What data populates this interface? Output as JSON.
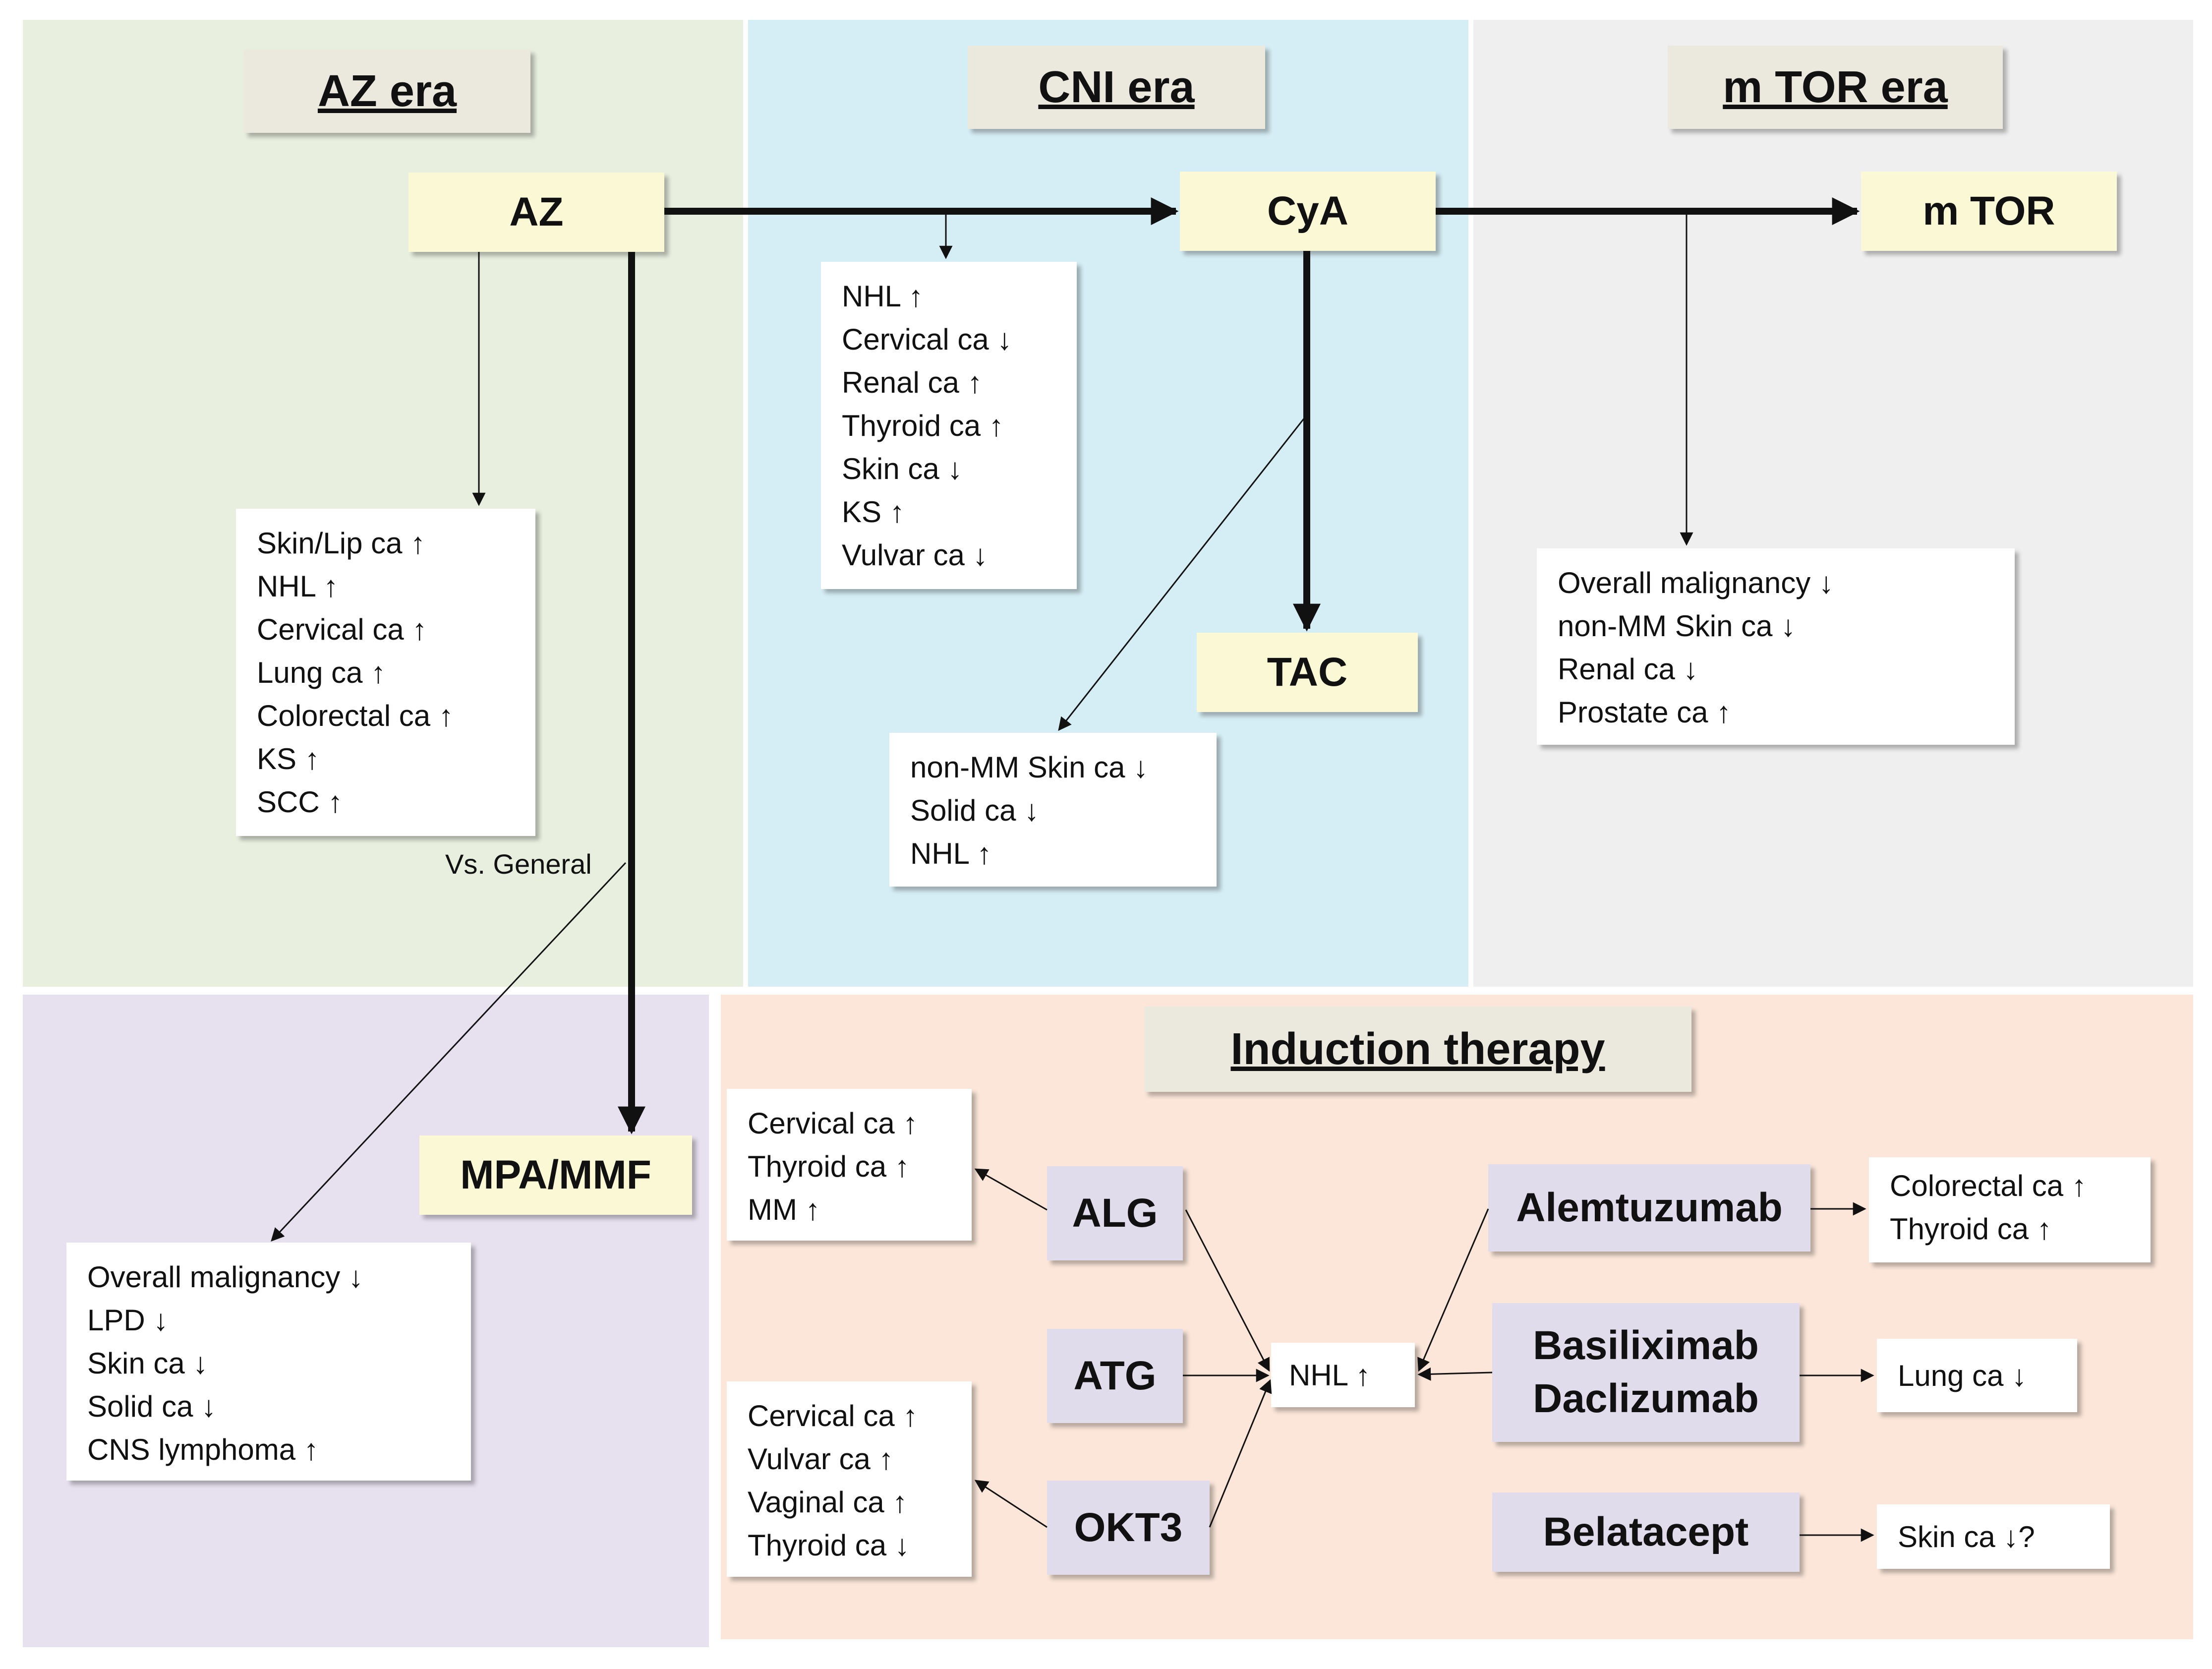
{
  "eras": {
    "az": "AZ era",
    "cni": "CNI era",
    "mtor": "m TOR era",
    "induction": "Induction therapy"
  },
  "drugs": {
    "az": "AZ",
    "cya": "CyA",
    "mtor": "m TOR",
    "tac": "TAC",
    "mpa": "MPA/MMF"
  },
  "agents": {
    "alg": "ALG",
    "atg": "ATG",
    "okt3": "OKT3",
    "alemtuzumab": "Alemtuzumab",
    "basiliximab": "Basiliximab",
    "daclizumab": "Daclizumab",
    "belatacept": "Belatacept"
  },
  "outcomes": {
    "az": [
      "Skin/Lip ca ↑",
      "NHL ↑",
      "Cervical ca ↑",
      "Lung ca ↑",
      "Colorectal ca ↑",
      "KS ↑",
      "SCC ↑"
    ],
    "cni": [
      "NHL ↑",
      "Cervical ca ↓",
      "Renal ca ↑",
      "Thyroid ca ↑",
      "Skin ca ↓",
      "KS ↑",
      "Vulvar ca ↓"
    ],
    "tac": [
      "non-MM Skin ca ↓",
      "Solid ca ↓",
      "NHL ↑"
    ],
    "mtor": [
      "Overall malignancy ↓",
      "non-MM Skin ca ↓",
      "Renal ca ↓",
      "Prostate ca ↑"
    ],
    "mpa": [
      "Overall malignancy ↓",
      "LPD ↓",
      "Skin ca ↓",
      "Solid ca  ↓",
      "CNS lymphoma ↑"
    ],
    "alg": [
      "Cervical ca ↑",
      "Thyroid ca ↑",
      "MM ↑"
    ],
    "okt3": [
      "Cervical ca ↑",
      "Vulvar ca ↑",
      "Vaginal ca ↑",
      "Thyroid ca ↓"
    ],
    "nhl": "NHL ↑",
    "alemtuzumab": [
      "Colorectal ca ↑",
      "Thyroid ca ↑"
    ],
    "basiliximab": "Lung ca ↓",
    "belatacept": "Skin ca ↓?"
  },
  "vs_general": "Vs. General"
}
